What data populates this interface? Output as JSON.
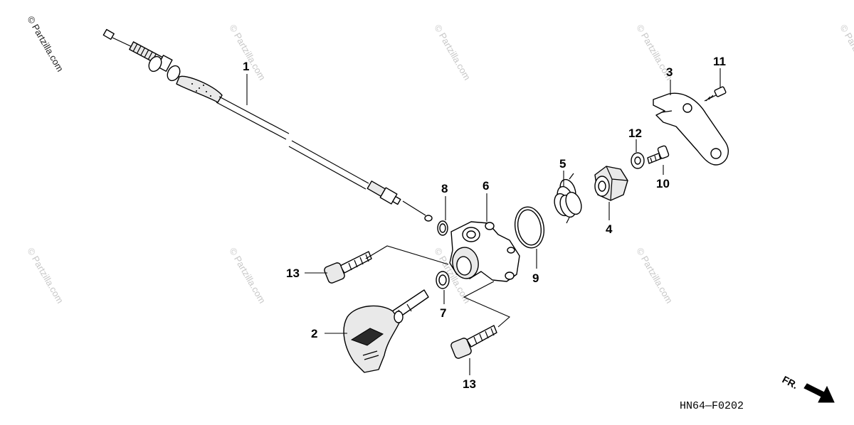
{
  "diagram": {
    "watermark_primary": "© Partzilla.com",
    "watermark_tiled": "© Partzilla.com",
    "drawing_code": "HN64—F0202",
    "direction_label": "FR.",
    "callouts": {
      "c1": "1",
      "c2": "2",
      "c3": "3",
      "c4": "4",
      "c5": "5",
      "c6": "6",
      "c7": "7",
      "c8": "8",
      "c9": "9",
      "c10": "10",
      "c11": "11",
      "c12": "12",
      "c13a": "13",
      "c13b": "13"
    }
  }
}
